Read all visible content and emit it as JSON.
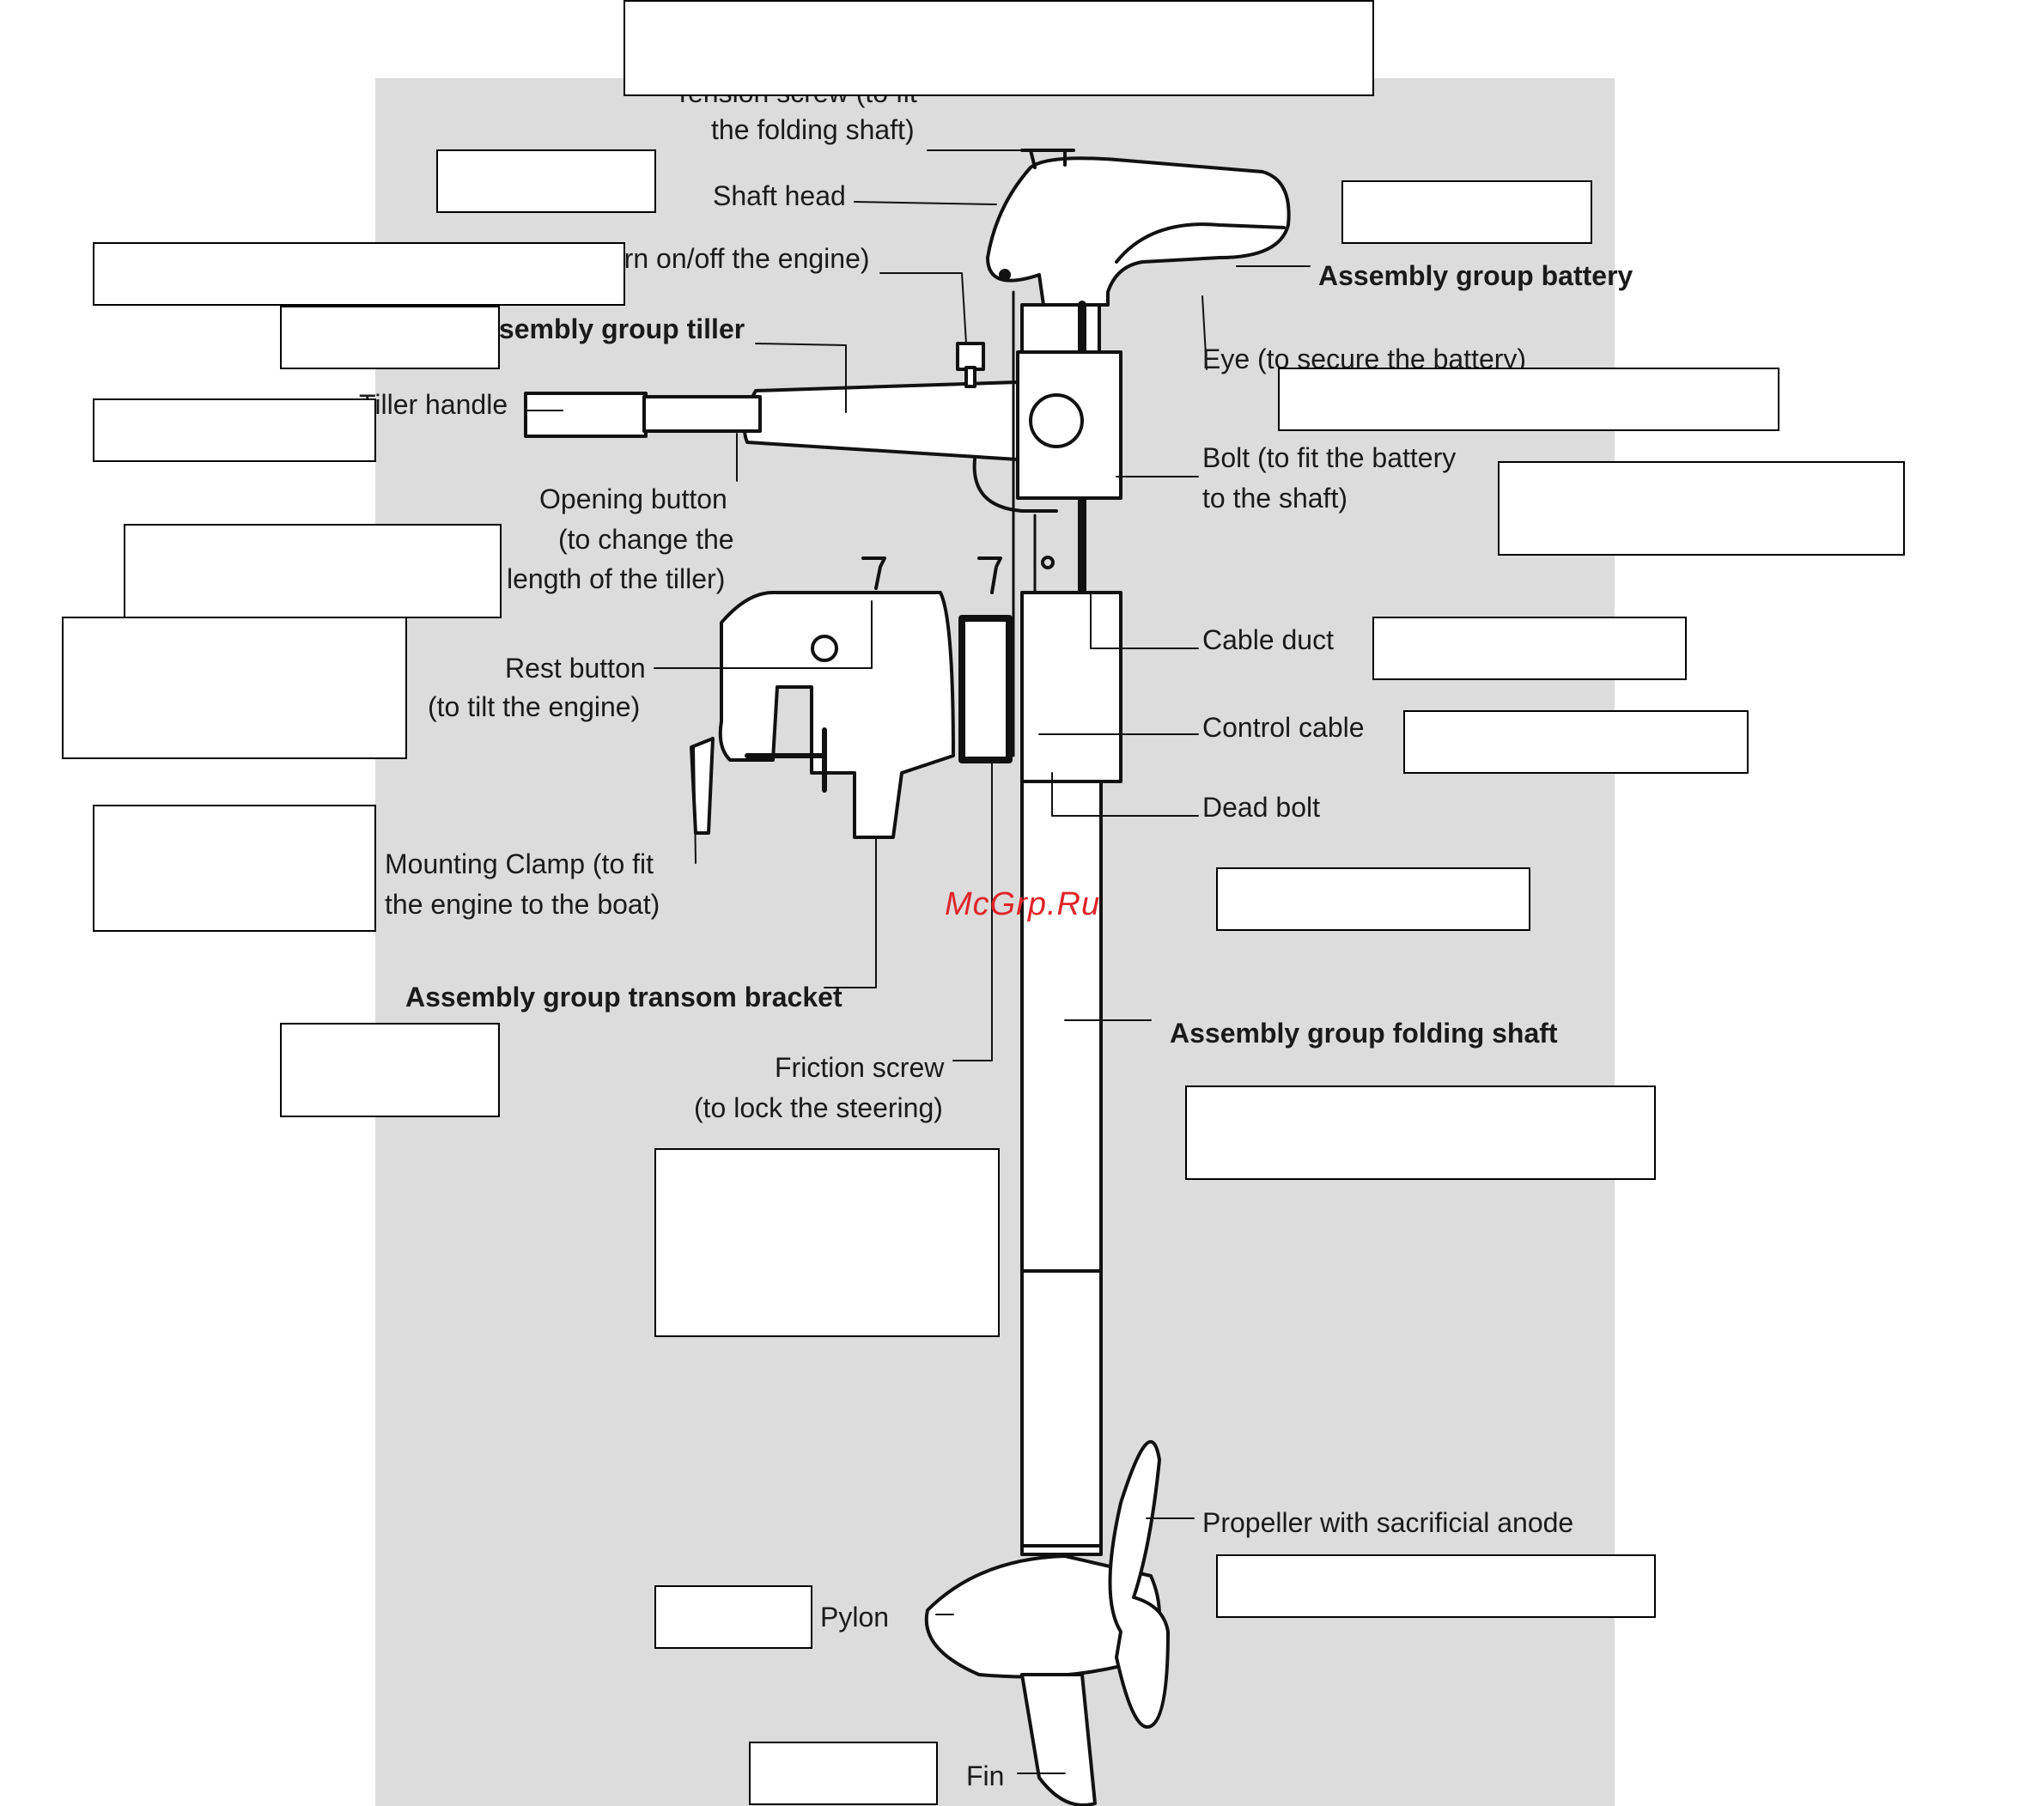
{
  "labels": {
    "tension_screw": "Tension screw (to fit",
    "tension_screw_2": "the folding shaft)",
    "shaft_head": "Shaft head",
    "on_off": "...rn on/off the engine)",
    "assembly_tiller": "Assembly group tiller",
    "tiller_handle": "Tiller handle",
    "opening_button": "Opening button",
    "opening_button_2": "(to change the",
    "opening_button_3": "length of the tiller)",
    "rest_button": "Rest button",
    "rest_button_2": "(to tilt the engine)",
    "mounting_clamp": "Mounting Clamp (to fit",
    "mounting_clamp_2": "the engine to the boat)",
    "assembly_transom": "Assembly group transom bracket",
    "friction_screw": "Friction screw",
    "friction_screw_2": "(to lock the steering)",
    "assembly_battery": "Assembly group battery",
    "eye": "Eye (to secure the battery)",
    "bolt": "Bolt (to fit the battery",
    "bolt_2": "to the shaft)",
    "cable_duct": "Cable duct",
    "control_cable": "Control cable",
    "dead_bolt": "Dead bolt",
    "assembly_folding_shaft": "Assembly group folding shaft",
    "propeller": "Propeller with sacrificial anode",
    "pylon": "Pylon",
    "fin": "Fin"
  },
  "watermark": "McGrp.Ru"
}
